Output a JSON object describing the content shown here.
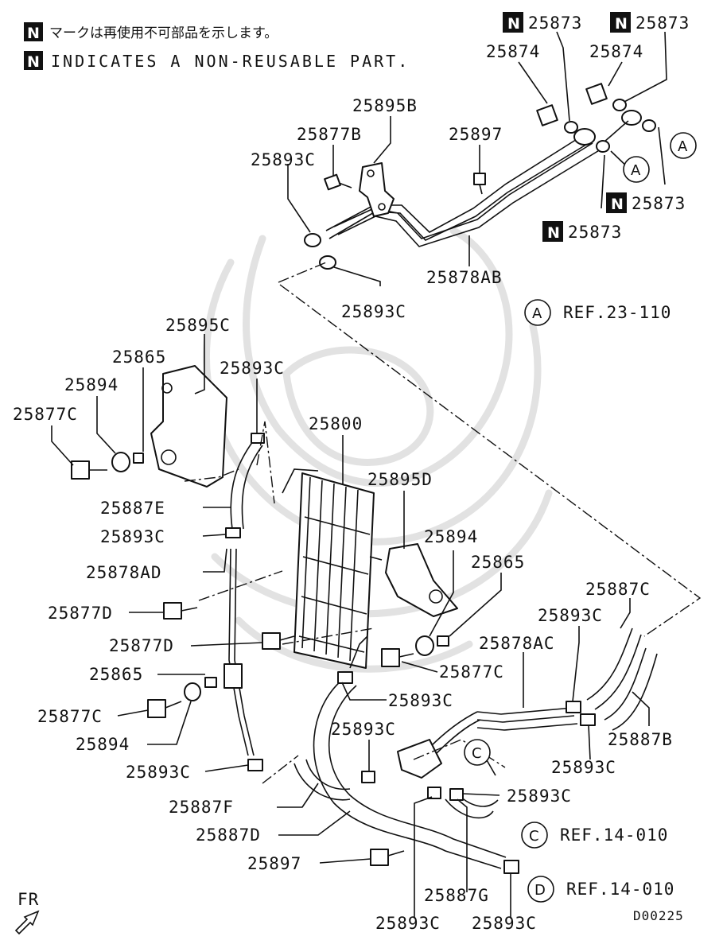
{
  "notes": {
    "badge_letter": "N",
    "jp": "マークは再使用不可部品を示します。",
    "en": "INDICATES A NON-REUSABLE PART."
  },
  "parts": {
    "p25873_a": "25873",
    "p25873_b": "25873",
    "p25873_c": "25873",
    "p25873_d": "25873",
    "p25874_a": "25874",
    "p25874_b": "25874",
    "p25895B": "25895B",
    "p25877B": "25877B",
    "p25897_top": "25897",
    "p25893C_top1": "25893C",
    "p25893C_top2": "25893C",
    "p25878AB": "25878AB",
    "p25895C": "25895C",
    "p25865_a": "25865",
    "p25894_a": "25894",
    "p25877C_a": "25877C",
    "p25893C_b": "25893C",
    "p25800": "25800",
    "p25895D": "25895D",
    "p25887E": "25887E",
    "p25893C_c": "25893C",
    "p25894_b": "25894",
    "p25865_b": "25865",
    "p25878AD": "25878AD",
    "p25887C": "25887C",
    "p25877D_a": "25877D",
    "p25893C_d": "25893C",
    "p25878AC": "25878AC",
    "p25877D_b": "25877D",
    "p25877C_b": "25877C",
    "p25865_c": "25865",
    "p25893C_e": "25893C",
    "p25877C_c": "25877C",
    "p25893C_f": "25893C",
    "p25887B": "25887B",
    "p25894_c": "25894",
    "p25893C_g": "25893C",
    "p25893C_h": "25893C",
    "p25887F": "25887F",
    "p25893C_i": "25893C",
    "p25887D": "25887D",
    "p25897_bottom": "25897",
    "p25887G": "25887G",
    "p25893C_j": "25893C",
    "p25893C_k": "25893C"
  },
  "refs": {
    "a": {
      "letter": "A",
      "text": "REF.23-110"
    },
    "c": {
      "letter": "C",
      "text": "REF.14-010"
    },
    "d": {
      "letter": "D",
      "text": "REF.14-010"
    }
  },
  "markers": {
    "a": "A",
    "c": "C"
  },
  "fr": "FR",
  "doc_code": "D00225"
}
